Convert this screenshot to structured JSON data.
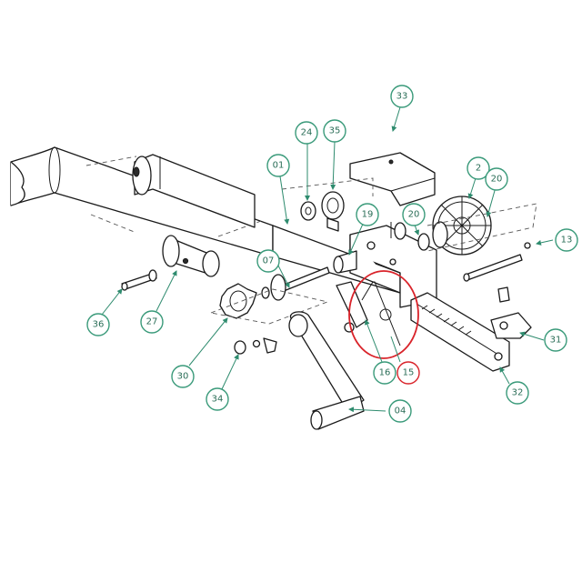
{
  "diagram": {
    "accent_color": "#3a9a7a",
    "highlight_color": "#d9232a",
    "callouts": [
      {
        "id": "c33",
        "label": "33"
      },
      {
        "id": "c24",
        "label": "24"
      },
      {
        "id": "c35",
        "label": "35"
      },
      {
        "id": "c01",
        "label": "01"
      },
      {
        "id": "c2",
        "label": "2"
      },
      {
        "id": "c20a",
        "label": "20"
      },
      {
        "id": "c19",
        "label": "19"
      },
      {
        "id": "c20b",
        "label": "20"
      },
      {
        "id": "c13",
        "label": "13"
      },
      {
        "id": "c07",
        "label": "07"
      },
      {
        "id": "c36",
        "label": "36"
      },
      {
        "id": "c27",
        "label": "27"
      },
      {
        "id": "c30",
        "label": "30"
      },
      {
        "id": "c34",
        "label": "34"
      },
      {
        "id": "c16",
        "label": "16"
      },
      {
        "id": "c15",
        "label": "15"
      },
      {
        "id": "c31",
        "label": "31"
      },
      {
        "id": "c32",
        "label": "32"
      },
      {
        "id": "c04",
        "label": "04"
      }
    ],
    "highlighted_part": "15"
  }
}
